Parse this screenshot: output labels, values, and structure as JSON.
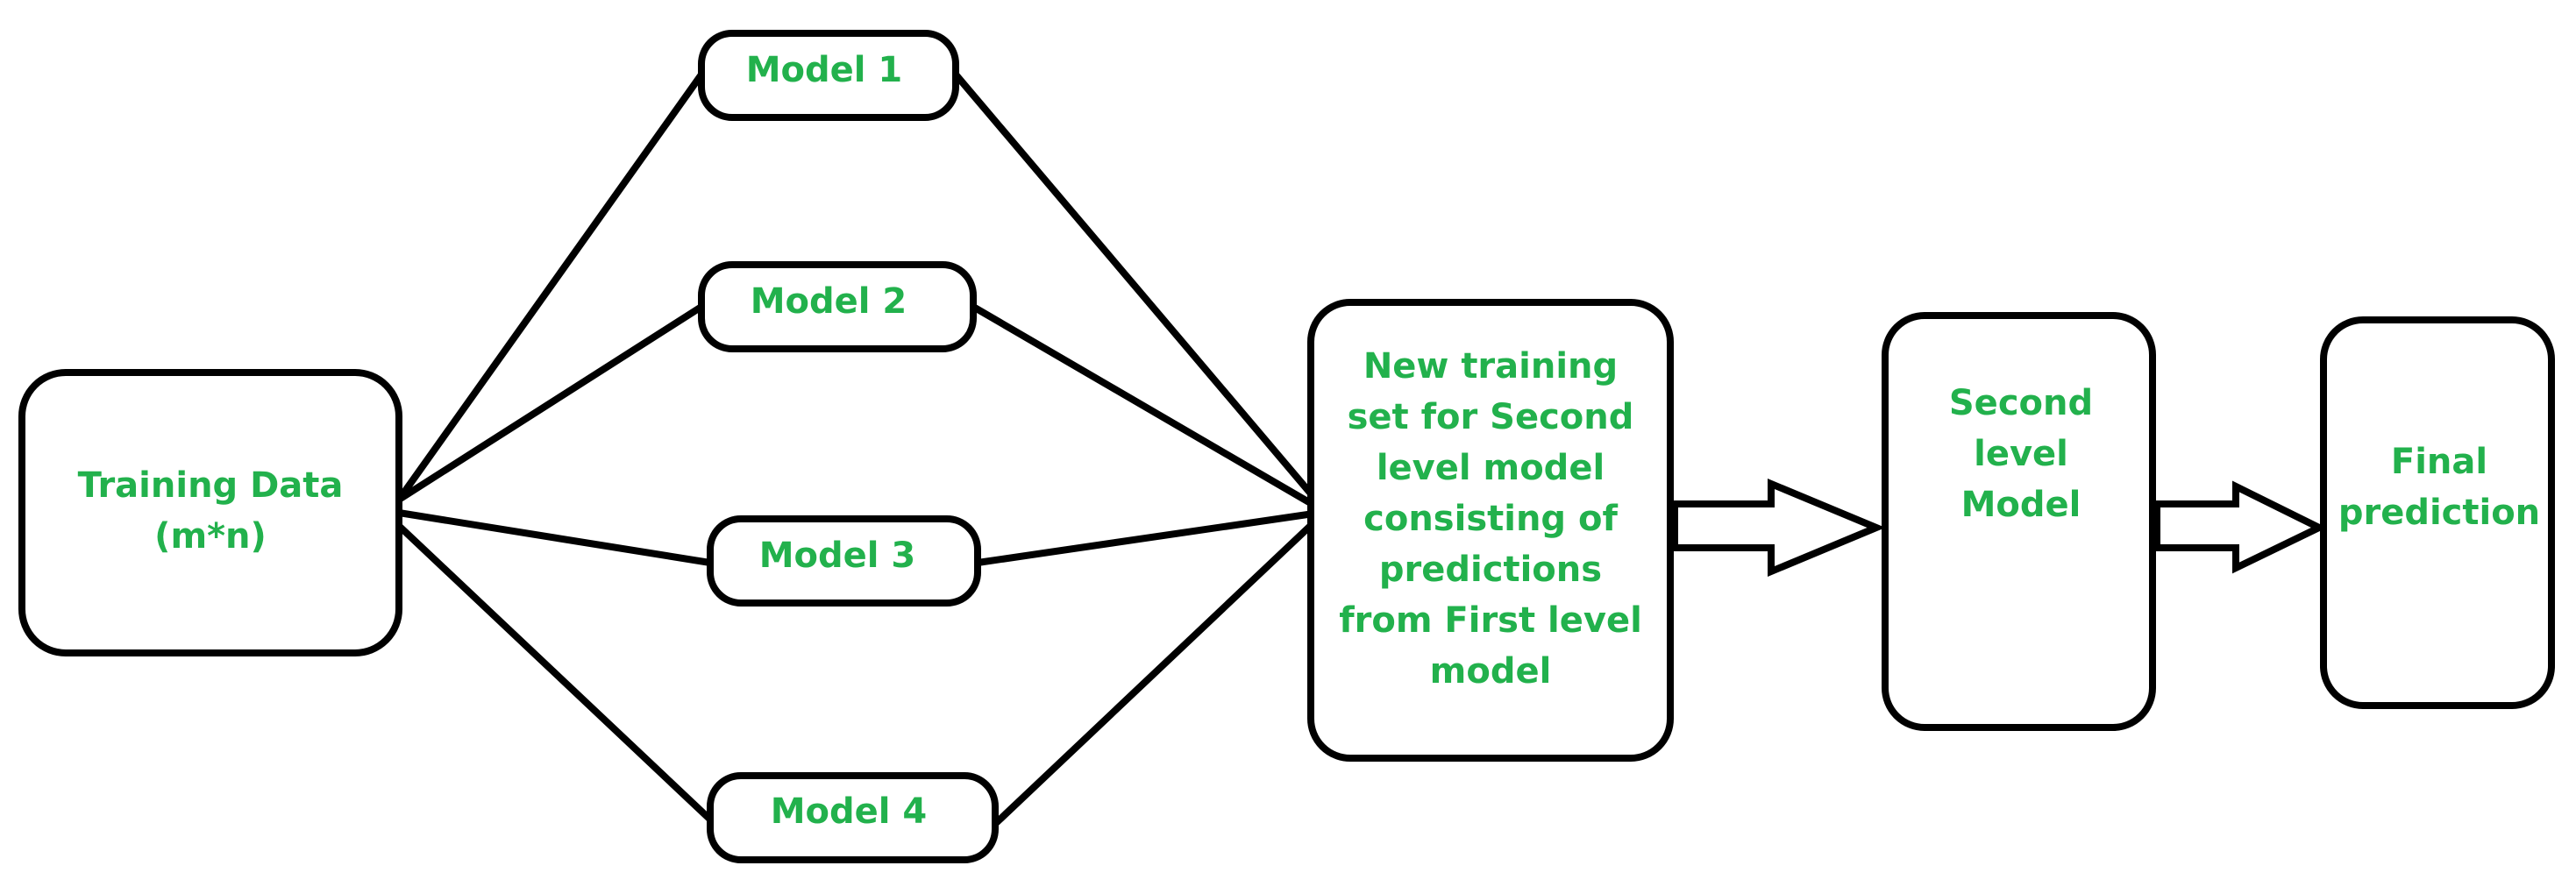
{
  "colors": {
    "text": "#22b14c",
    "stroke": "#000000",
    "background": "#ffffff"
  },
  "nodes": {
    "training_data": {
      "lines": [
        "Training Data",
        "(m*n)"
      ]
    },
    "model_1": {
      "lines": [
        "Model 1"
      ]
    },
    "model_2": {
      "lines": [
        "Model 2"
      ]
    },
    "model_3": {
      "lines": [
        "Model 3"
      ]
    },
    "model_4": {
      "lines": [
        "Model 4"
      ]
    },
    "new_training_set": {
      "lines": [
        "New training",
        "set for Second",
        "level model",
        "consisting of",
        "predictions",
        "from First level",
        "model"
      ]
    },
    "second_level_model": {
      "lines": [
        "Second",
        "level",
        "Model"
      ]
    },
    "final_prediction": {
      "lines": [
        "Final",
        "prediction"
      ]
    }
  }
}
